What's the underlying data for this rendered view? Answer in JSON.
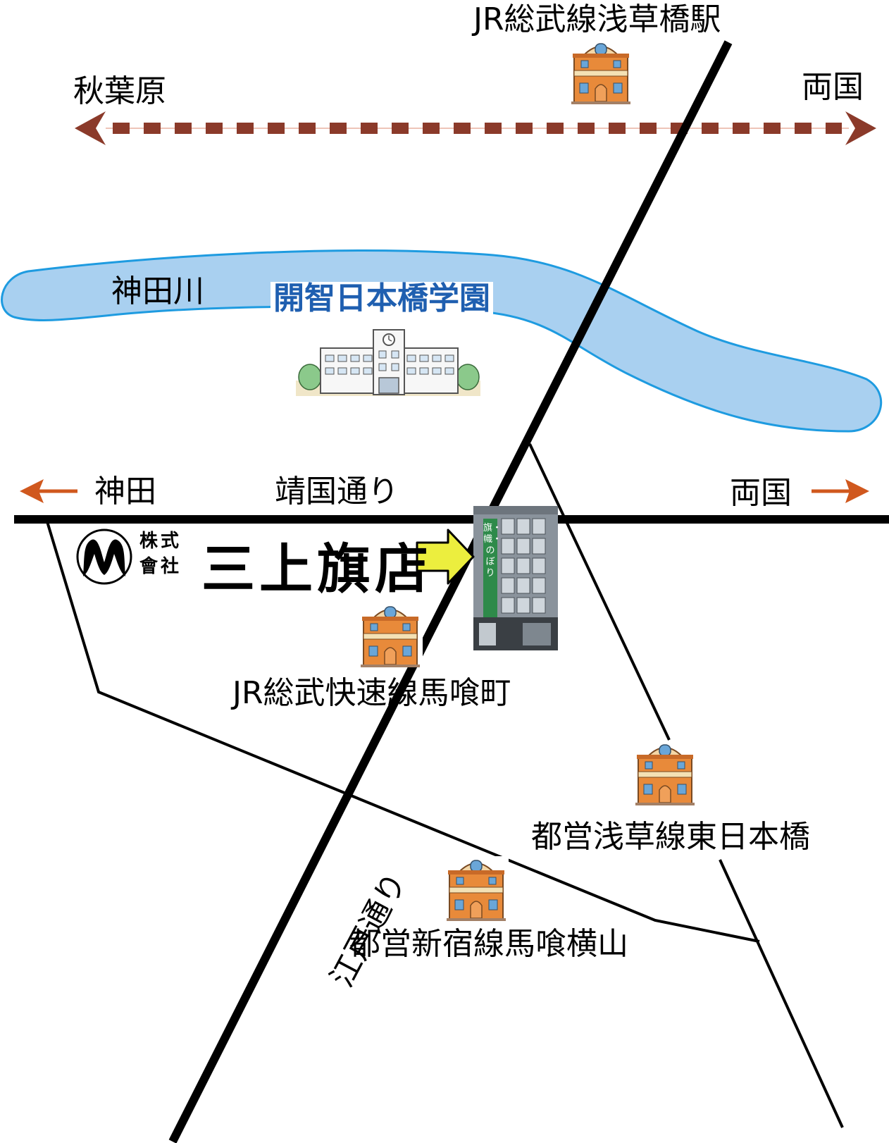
{
  "labels": {
    "station_asakusabashi": "JR総武線浅草橋駅",
    "akihabara": "秋葉原",
    "ryogoku_top": "両国",
    "kandagawa": "神田川",
    "school": "開智日本橋学園",
    "kanda": "神田",
    "yasukuni": "靖国通り",
    "ryogoku_road": "両国",
    "station_bakurocho": "JR総武快速線馬喰町",
    "station_higashinihombashi": "都営浅草線東日本橋",
    "station_bakuroyokoyama": "都営新宿線馬喰横山",
    "edo_dori": "江戸通り"
  },
  "company": {
    "prefix_line1": "株式",
    "prefix_line2": "會社",
    "name": "三上旗店",
    "building_sign": "旗・幟・のぼり"
  },
  "icons": {
    "station": "train-station-icon",
    "school": "school-building-icon",
    "building": "office-building-photo",
    "arrow": "pointer-arrow-icon"
  },
  "colors": {
    "river_fill": "#a9d0f0",
    "river_stroke": "#1e9be0",
    "rail_dash": "#8b3a2a",
    "road_arrow": "#d0581e",
    "pointer_arrow": "#ecee3e",
    "school_text": "#1f5fb0",
    "station_orange": "#e88a3a"
  }
}
